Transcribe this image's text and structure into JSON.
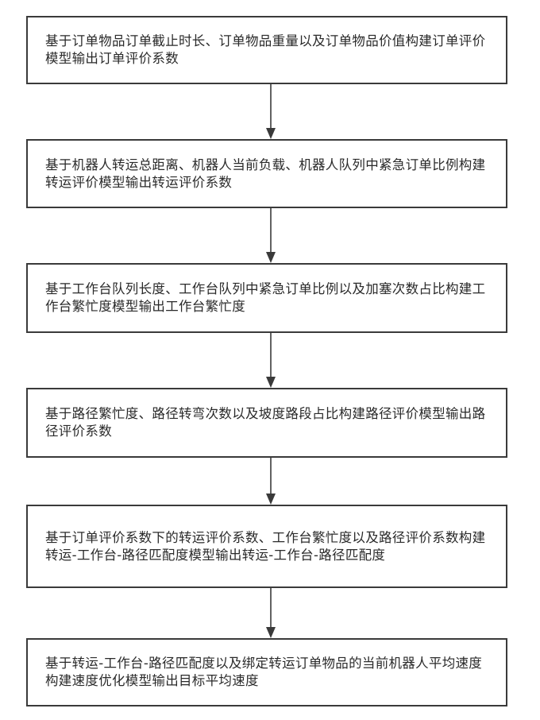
{
  "steps": [
    {
      "text": "基于订单物品订单截止时长、订单物品重量以及订单物品价值构建订单评价模型输出订单评价系数"
    },
    {
      "text": "基于机器人转运总距离、机器人当前负载、机器人队列中紧急订单比例构建转运评价模型输出转运评价系数"
    },
    {
      "text": "基于工作台队列长度、工作台队列中紧急订单比例以及加塞次数占比构建工作台繁忙度模型输出工作台繁忙度"
    },
    {
      "text": "基于路径繁忙度、路径转弯次数以及坡度路段占比构建路径评价模型输出路径评价系数"
    },
    {
      "text": "基于订单评价系数下的转运评价系数、工作台繁忙度以及路径评价系数构建转运-工作台-路径匹配度模型输出转运-工作台-路径匹配度"
    },
    {
      "text": "基于转运-工作台-路径匹配度以及绑定转运订单物品的当前机器人平均速度构建速度优化模型输出目标平均速度"
    }
  ],
  "colors": {
    "border": "#3a3a3a",
    "text": "#2a2a2a",
    "arrow": "#3a3a3a"
  }
}
